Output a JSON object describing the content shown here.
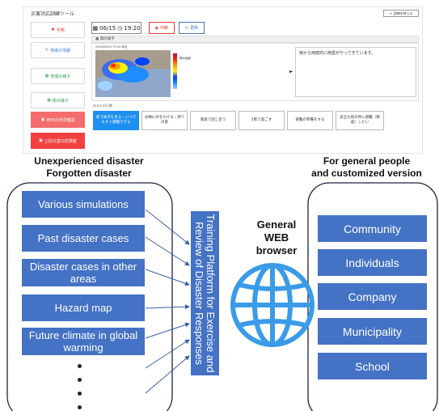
{
  "app": {
    "title": "災害対応訓練ツール",
    "header_button": "訓練を終える",
    "sidebar": [
      {
        "label": "不明",
        "style": "plain-red"
      },
      {
        "label": "地域の情報",
        "style": "plain-blue"
      },
      {
        "label": "地域の様子",
        "style": "plain-green"
      },
      {
        "label": "街の様子",
        "style": "plain-green"
      },
      {
        "label": "何日の状況確認",
        "style": "red"
      },
      {
        "label": "土砂災害の危険度",
        "style": "red2"
      }
    ],
    "date": "06/15",
    "time": "19:20",
    "stop_label": "中断",
    "update_label": "更新",
    "panel_title": "雨の様子",
    "map_label": "2020/06/15 19:20 時点",
    "legend_label": "降水強度",
    "panel_message": "雨から雨続的に雨雲がやってきています。",
    "panel_arrow": "►",
    "ask_label": "あなたの行動",
    "options": [
      "家で様子を見る・いつでもすぐ避難できる",
      "お隣に声をかける・周りの家",
      "家族で話し合う",
      "2階で過ごす",
      "避難の準備をする",
      "安全な他の所に避難（親戚）したい"
    ]
  },
  "left_heading": [
    "Unexperienced disaster",
    "Forgotten disaster"
  ],
  "right_heading": [
    "For general people",
    "and customized version"
  ],
  "left_items": [
    "Various simulations",
    "Past disaster cases",
    "Disaster cases in other areas",
    "Hazard map",
    "Future climate in global warming"
  ],
  "center_label": "Training Platform for Exercise and Review of Disaster Responses",
  "browser_label": [
    "General",
    "WEB",
    "browser"
  ],
  "right_items": [
    "Community",
    "Individuals",
    "Company",
    "Municipality",
    "School"
  ],
  "colors": {
    "box": "#4472c4",
    "arrow": "#3a5fa8",
    "globe": "#3b9be8"
  }
}
